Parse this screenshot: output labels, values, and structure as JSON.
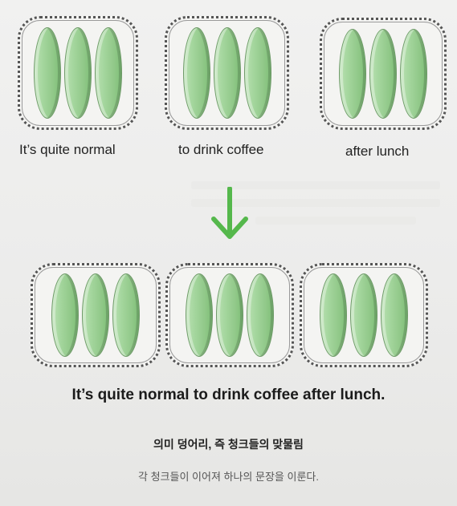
{
  "top_chunks": [
    {
      "label": "It’s quite normal"
    },
    {
      "label": "to drink coffee"
    },
    {
      "label": "after lunch"
    }
  ],
  "arrow_icon": "arrow-down-icon",
  "accent_color": "#55b84c",
  "sentence": "It’s quite normal to drink coffee after lunch.",
  "caption": {
    "title": "의미 덩어리, 즉 청크들의 맞물림",
    "body": "각 청크들이 이어져 하나의 문장을 이룬다."
  }
}
